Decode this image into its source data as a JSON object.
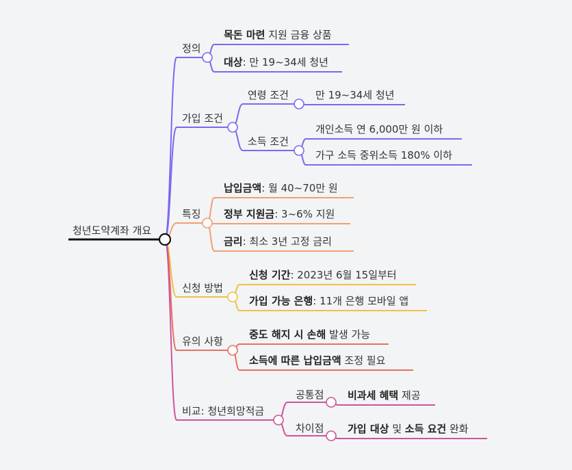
{
  "root": {
    "label": "청년도약계좌 개요",
    "color": "#111111"
  },
  "branches": [
    {
      "id": "definition",
      "label": "정의",
      "color": "#7b68ee",
      "leaves": [
        {
          "bold": "목돈 마련",
          "rest": " 지원 금융 상품"
        },
        {
          "bold": "대상",
          "rest": ": 만 19~34세 청년"
        }
      ]
    },
    {
      "id": "eligibility",
      "label": "가입 조건",
      "color": "#7b68ee",
      "sub": [
        {
          "label": "연령 조건",
          "leaves": [
            {
              "bold": "",
              "rest": "만 19~34세 청년"
            }
          ]
        },
        {
          "label": "소득 조건",
          "leaves": [
            {
              "bold": "",
              "rest": "개인소득 연 6,000만 원 이하"
            },
            {
              "bold": "",
              "rest": "가구 소득 중위소득 180% 이하"
            }
          ]
        }
      ]
    },
    {
      "id": "features",
      "label": "특징",
      "color": "#f0a070",
      "leaves": [
        {
          "bold": "납입금액",
          "rest": ": 월 40~70만 원"
        },
        {
          "bold": "정부 지원금",
          "rest": ": 3~6% 지원"
        },
        {
          "bold": "금리",
          "rest": ": 최소 3년 고정 금리"
        }
      ]
    },
    {
      "id": "apply",
      "label": "신청 방법",
      "color": "#f0c048",
      "leaves": [
        {
          "bold": "신청 기간",
          "rest": ": 2023년 6월 15일부터"
        },
        {
          "bold": "가입 가능 은행",
          "rest": ": 11개 은행 모바일 앱"
        }
      ]
    },
    {
      "id": "caution",
      "label": "유의 사항",
      "color": "#e87060",
      "leaves": [
        {
          "bold": "중도 해지 시 손해",
          "rest": " 발생 가능"
        },
        {
          "bold": "소득에 따른 납입금액",
          "rest": " 조정 필요"
        }
      ]
    },
    {
      "id": "compare",
      "label": "비교: 청년희망적금",
      "color": "#cc5599",
      "sub": [
        {
          "label": "공통점",
          "leaves": [
            {
              "bold": "비과세 혜택",
              "rest": " 제공"
            }
          ]
        },
        {
          "label": "차이점",
          "leaves": [
            {
              "bold": "가입 대상",
              "rest": " 및 ",
              "bold2": "소득 요건",
              "rest2": " 완화"
            }
          ]
        }
      ]
    }
  ]
}
